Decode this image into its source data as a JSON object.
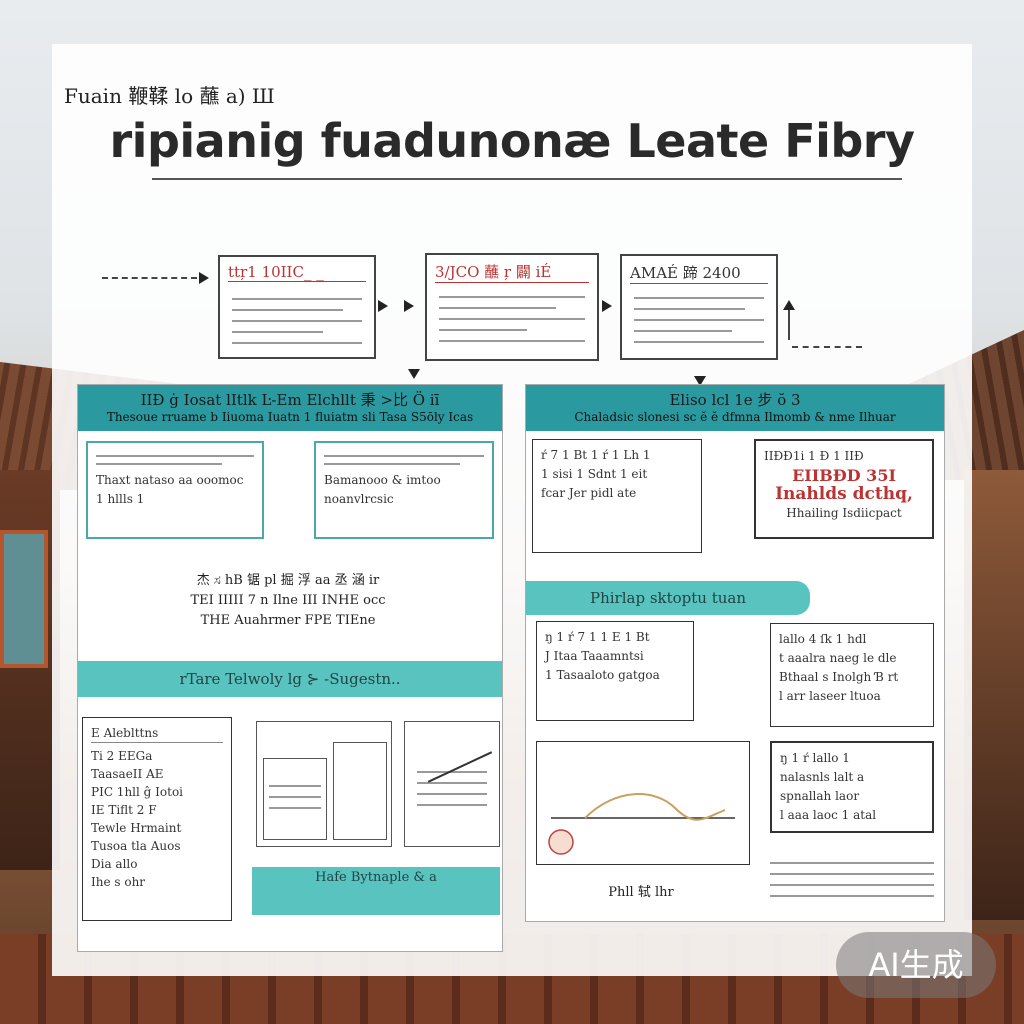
{
  "header": {
    "corner_label": "Fuain 鞭鞣 lo 蘸 a) Ш",
    "title": "ripianig fuadunonæ Leate Fibry"
  },
  "flow_boxes": [
    {
      "heading": "ttŗ1 10IIC_ _"
    },
    {
      "heading": "3/JCO 蘸 ŗ 闢 iÉ"
    },
    {
      "heading": "AMAÉ 蹄 2400"
    }
  ],
  "left_panel": {
    "heading": "IIÐ ġ Iosat lItlk Ŀ-Em Elchllt 秉 >比 Ö iī",
    "subheading": "Thesoue rruame b Iiuoma Iuatn 1 fluiatm sli Tasa S5ōly Icas",
    "card_a": "Thaxt nataso aa ooomoc 1 hllls 1",
    "card_b": "Bamanooo & imtoo noanvlrcsic",
    "center_text": "杰 ಸ hB 锯 pl 掘 浮 aa 丞 涵 ir\nTEI IIIII 7 n Ilne III INHE occ\nTHE Auahrmer FPE TIEne",
    "band": "rTare Telwoly lg ⊱ -Sugestn..",
    "list_title": "E Aleblttns",
    "list": [
      "Ti 2 EEGa",
      "TaasaeII AE",
      "PIC 1hll ĝ Iotoi",
      "IE Tiflt 2 F",
      "Tewle Hrmaint",
      "Tusoa tla Auos",
      "Dia allo",
      "Ihe s ohr"
    ],
    "bottom_band": "Hafe Bytnaple & a"
  },
  "right_panel": {
    "heading": "Eliso lcl 1e 步 ŏ 3",
    "subheading": "Chaladsic slonesi sc ĕ ĕ dfmna Ilmomb & nme Ilhuar",
    "card_a": "ŕ 7 1 Bt 1 ŕ 1 Lh 1\n1 sisi 1 Sdnt 1 eit\nfcar Jer pidl ate",
    "card_b_title": "IIĐĐ1i 1 Ð 1 IIĐ",
    "card_b_red1": "EIIBĐD 35I",
    "card_b_red2": "Inahlds dcthq,",
    "card_b_note": "Hhailing Isdiicpact",
    "band": "Phirlap sktoptu tuan",
    "mid_left": "ŋ 1 ŕ 7 1 1 E 1 Bt\nJ Itaa Taaamntsi\n1 Tasaaloto gatgoa",
    "mid_right": "lallo 4 ſk 1 hdl\nt aaalra naeg le dle\nBthaal s Inolgh Ɓ rt\nl arr laseer ltuoa",
    "lower_right": "ŋ 1 ŕ lallo 1\nnalasnls lalt a\nspnallah laor\nl aaa laoc 1 atal",
    "chart_caption": "Phll 轼 lhr"
  },
  "badge": "AI生成"
}
